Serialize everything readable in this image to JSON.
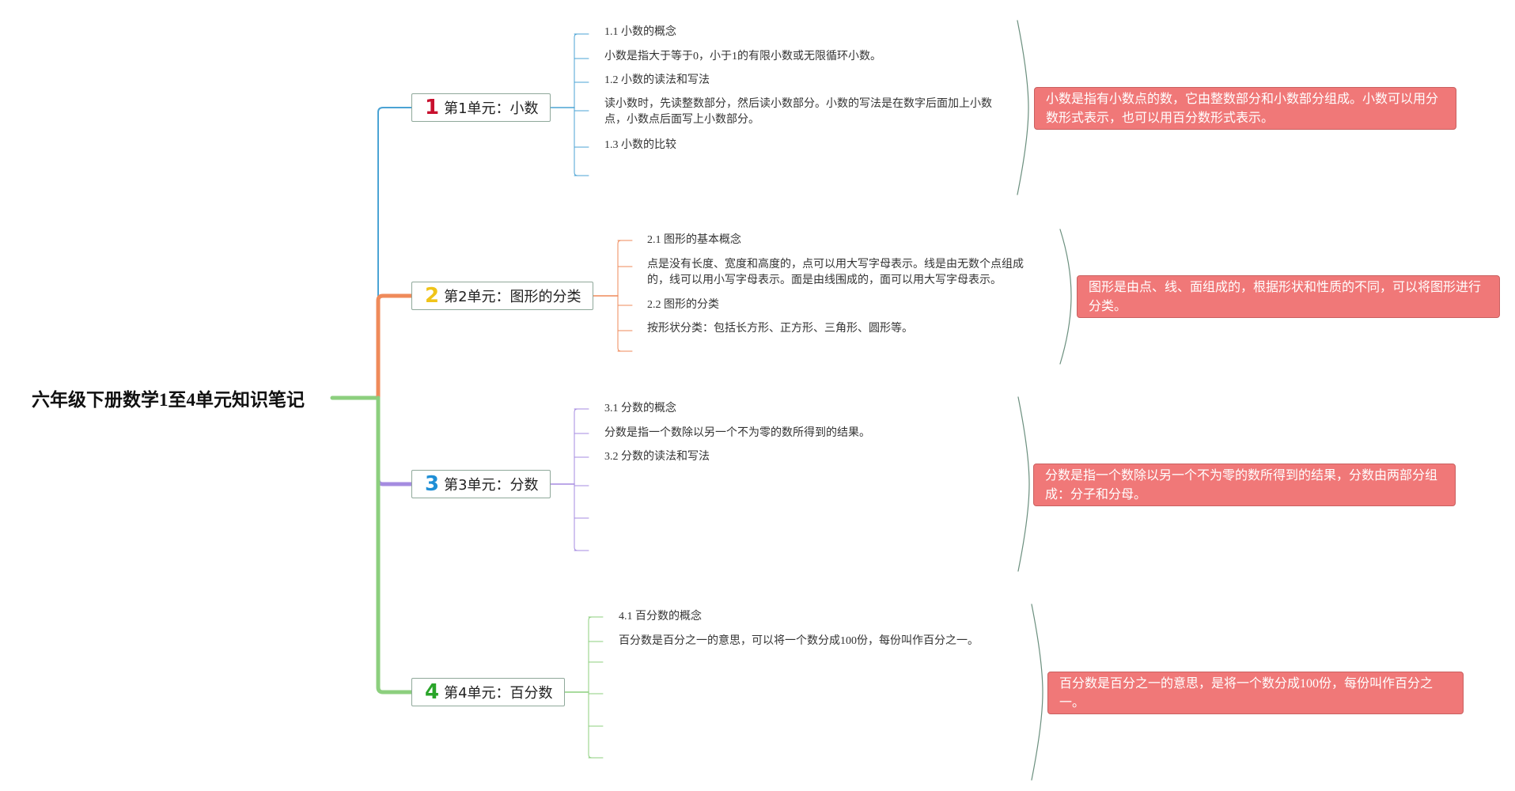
{
  "title": "六年级下册数学1至4单元知识笔记",
  "units": [
    {
      "number": "1",
      "label": "第1单元：小数",
      "color": "#4ba3d4",
      "number_color": "#c8102e",
      "items": [
        "1.1 小数的概念",
        "小数是指大于等于0，小于1的有限小数或无限循环小数。",
        "1.2 小数的读法和写法",
        "读小数时，先读整数部分，然后读小数部分。小数的写法是在数字后面加上小数点，小数点后面写上小数部分。",
        "1.3 小数的比较"
      ],
      "summary": "小数是指有小数点的数，它由整数部分和小数部分组成。小数可以用分数形式表示，也可以用百分数形式表示。"
    },
    {
      "number": "2",
      "label": "第2单元：图形的分类",
      "color": "#ef8a5a",
      "number_color": "#f0c419",
      "items": [
        "2.1 图形的基本概念",
        "点是没有长度、宽度和高度的，点可以用大写字母表示。线是由无数个点组成的，线可以用小写字母表示。面是由线围成的，面可以用大写字母表示。",
        "2.2 图形的分类",
        "按形状分类：包括长方形、正方形、三角形、圆形等。"
      ],
      "summary": "图形是由点、线、面组成的，根据形状和性质的不同，可以将图形进行分类。"
    },
    {
      "number": "3",
      "label": "第3单元：分数",
      "color": "#a58be0",
      "number_color": "#1f8fd6",
      "items": [
        "3.1 分数的概念",
        "分数是指一个数除以另一个不为零的数所得到的结果。",
        "3.2 分数的读法和写法"
      ],
      "summary": "分数是指一个数除以另一个不为零的数所得到的结果，分数由两部分组成：分子和分母。"
    },
    {
      "number": "4",
      "label": "第4单元：百分数",
      "color": "#8ccf7e",
      "number_color": "#2aa52a",
      "items": [
        "4.1 百分数的概念",
        "百分数是百分之一的意思，可以将一个数分成100份，每份叫作百分之一。"
      ],
      "summary": "百分数是百分之一的意思，是将一个数分成100份，每份叫作百分之一。"
    }
  ]
}
